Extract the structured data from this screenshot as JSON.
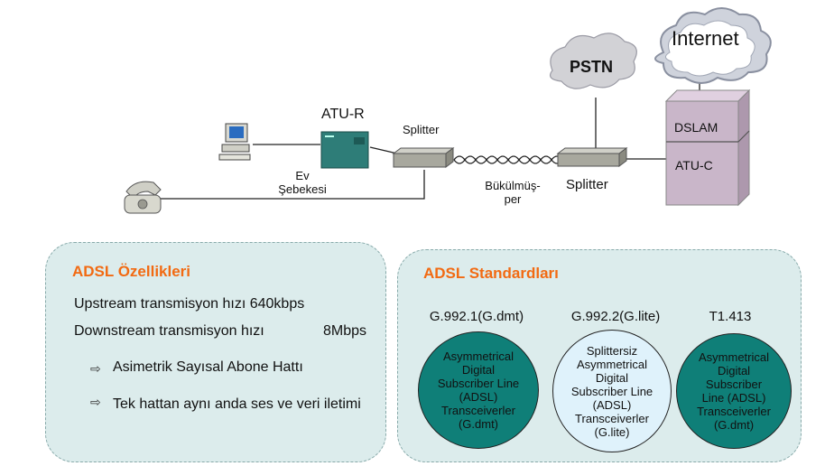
{
  "network": {
    "internet": "Internet",
    "pstn": "PSTN",
    "dslam": "DSLAM",
    "atu_c": "ATU-C",
    "atu_r": "ATU-R",
    "splitter_home": "Splitter",
    "splitter_office": "Splitter",
    "home_network_line1": "Ev",
    "home_network_line2": "Şebekesi",
    "twisted_line1": "Bükülmüş-",
    "twisted_line2": "per"
  },
  "features": {
    "title": "ADSL Özellikleri",
    "upstream": "Upstream transmisyon hızı 640kbps",
    "downstream_label": "Downstream transmisyon hızı",
    "downstream_value": "8Mbps",
    "bullets": [
      "Asimetrik Sayısal Abone Hattı",
      "Tek hattan aynı anda ses ve veri iletimi"
    ]
  },
  "standards": {
    "title": "ADSL Standardları",
    "items": [
      {
        "name": "G.992.1(G.dmt)",
        "lines": [
          "Asymmetrical",
          "Digital",
          "Subscriber Line",
          "(ADSL)",
          "Transceiverler",
          "(G.dmt)"
        ]
      },
      {
        "name": "G.992.2(G.lite)",
        "lines": [
          "Splittersiz",
          "Asymmetrical",
          "Digital",
          "Subscriber Line",
          "(ADSL)",
          "Transceiverler",
          "(G.lite)"
        ]
      },
      {
        "name": "T1.413",
        "lines": [
          "Asymmetrical",
          "Digital",
          "Subscriber",
          "Line (ADSL)",
          "Transceiverler",
          "(G.dmt)"
        ]
      }
    ]
  },
  "colors": {
    "accent": "#f26a12",
    "panel": "#dcecec",
    "teal": "#0f7f78",
    "light_ellipse": "#dff2fb",
    "dslam": "#c9b6c9",
    "cloud": "#cfd3dc"
  }
}
